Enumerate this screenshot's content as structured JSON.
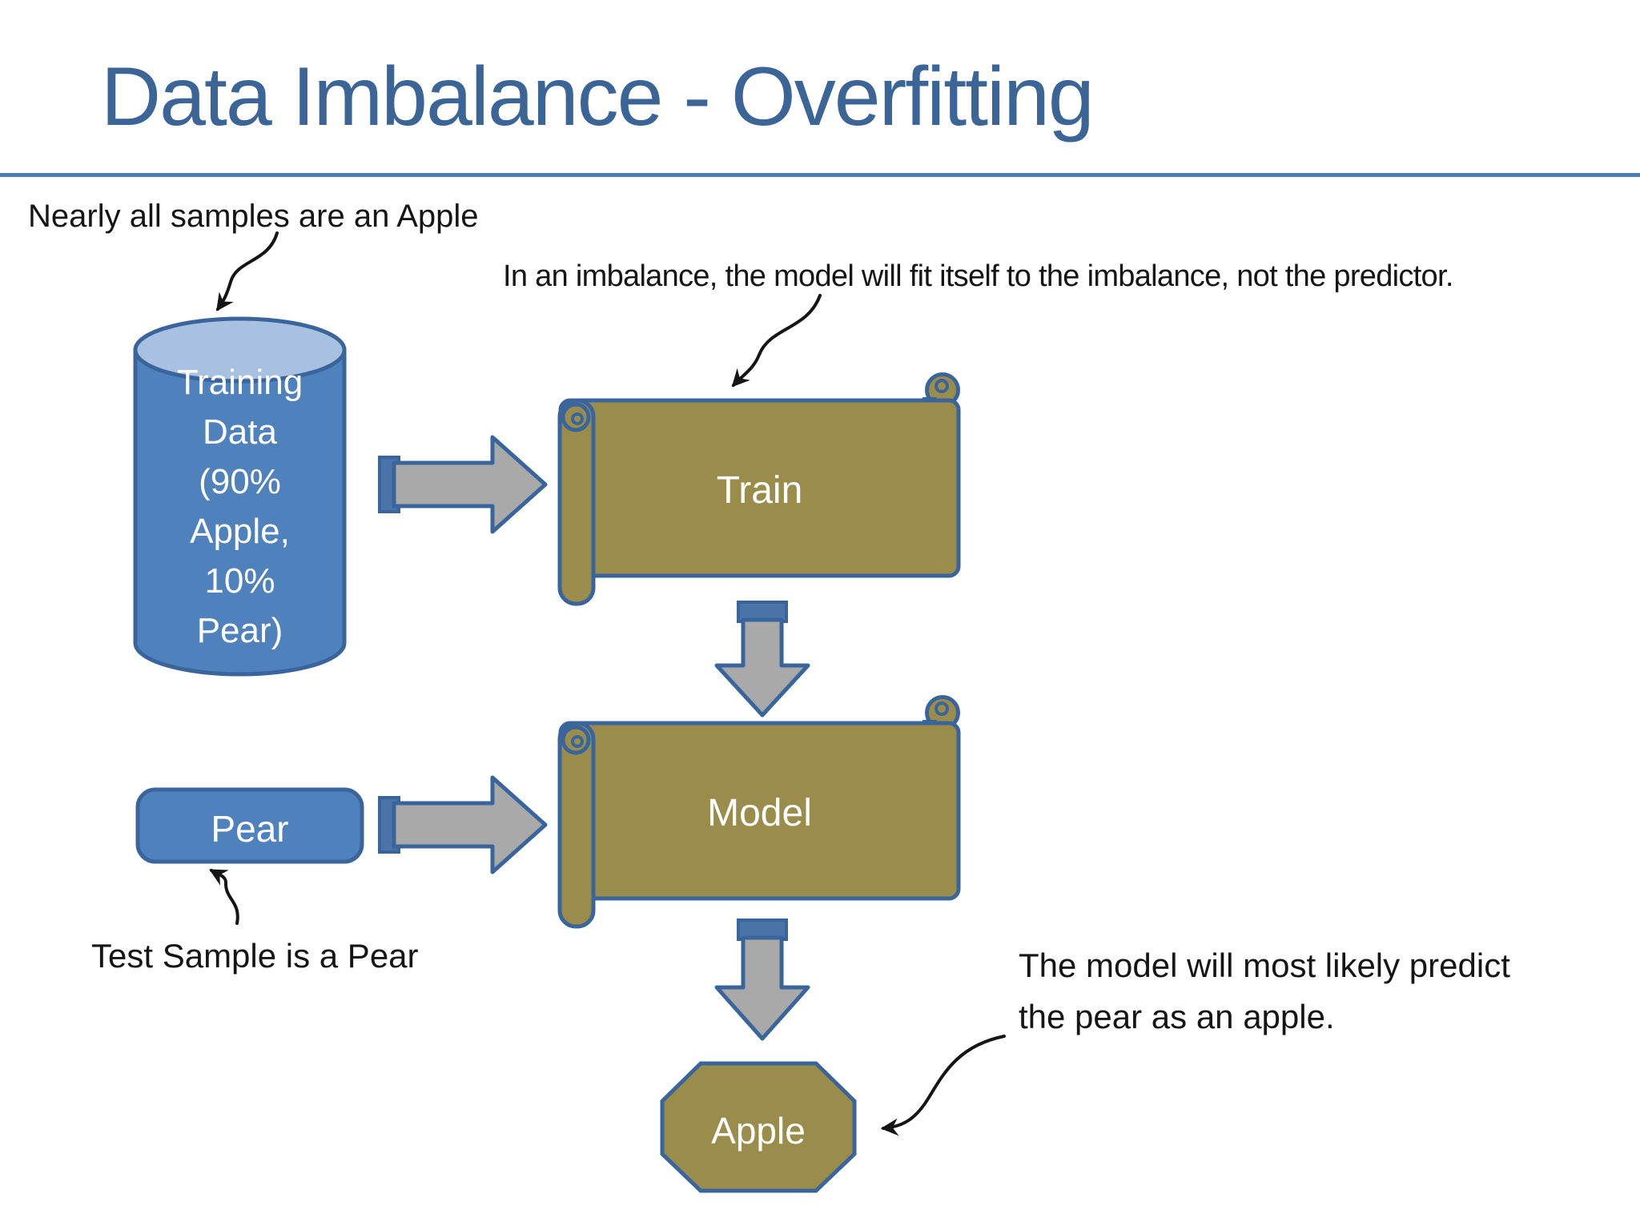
{
  "slide": {
    "title": "Data Imbalance - Overfitting",
    "annotations": {
      "top_left": "Nearly all samples are an Apple",
      "top_right": "In an imbalance, the model will fit itself to the imbalance, not the predictor.",
      "bottom_left": "Test Sample is a Pear",
      "bottom_right_line1": "The model will most likely predict",
      "bottom_right_line2": "the pear as an apple."
    },
    "shapes": {
      "training_data": {
        "line1": "Training",
        "line2": "Data",
        "line3": "(90%",
        "line4": "Apple,",
        "line5": "10%",
        "line6": "Pear)"
      },
      "train": "Train",
      "model": "Model",
      "pear": "Pear",
      "apple": "Apple"
    }
  },
  "palette": {
    "title-blue": "#3b6497",
    "rule-blue": "#4f7cb0",
    "shape-stroke": "#3a659c",
    "olive": "#9a8d4c",
    "blue-fill": "#4f81bd",
    "blue-fill-light": "#a8c1e0",
    "arrow-gray": "#a9a9a9",
    "arrow-tail-blue": "#4a74a8",
    "ink": "#151515",
    "label-white": "#ffffff",
    "background": "#ffffff"
  }
}
